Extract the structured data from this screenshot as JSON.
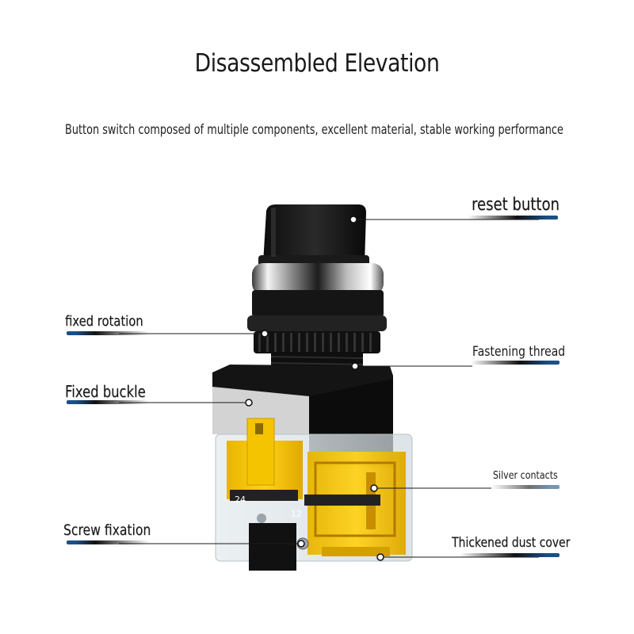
{
  "header": {
    "title": "Disassembled Elevation",
    "subtitle": "Button switch composed of multiple components, excellent material, stable working performance"
  },
  "labels": {
    "reset_button": "reset button",
    "fixed_rotation": "fixed rotation",
    "fastening_thread": "Fastening thread",
    "fixed_buckle": "Fixed buckle",
    "silver_contacts": "Silver contacts",
    "screw_fixation": "Screw fixation",
    "thickened_dust_cover": "Thickened dust cover"
  },
  "terminal_marks": {
    "left": "24",
    "right": "12"
  },
  "colors": {
    "accent_blue": "#1b4f86",
    "switch_body": "#111111",
    "contact_block": "#f2c200",
    "chrome": "#d8d8d8"
  }
}
